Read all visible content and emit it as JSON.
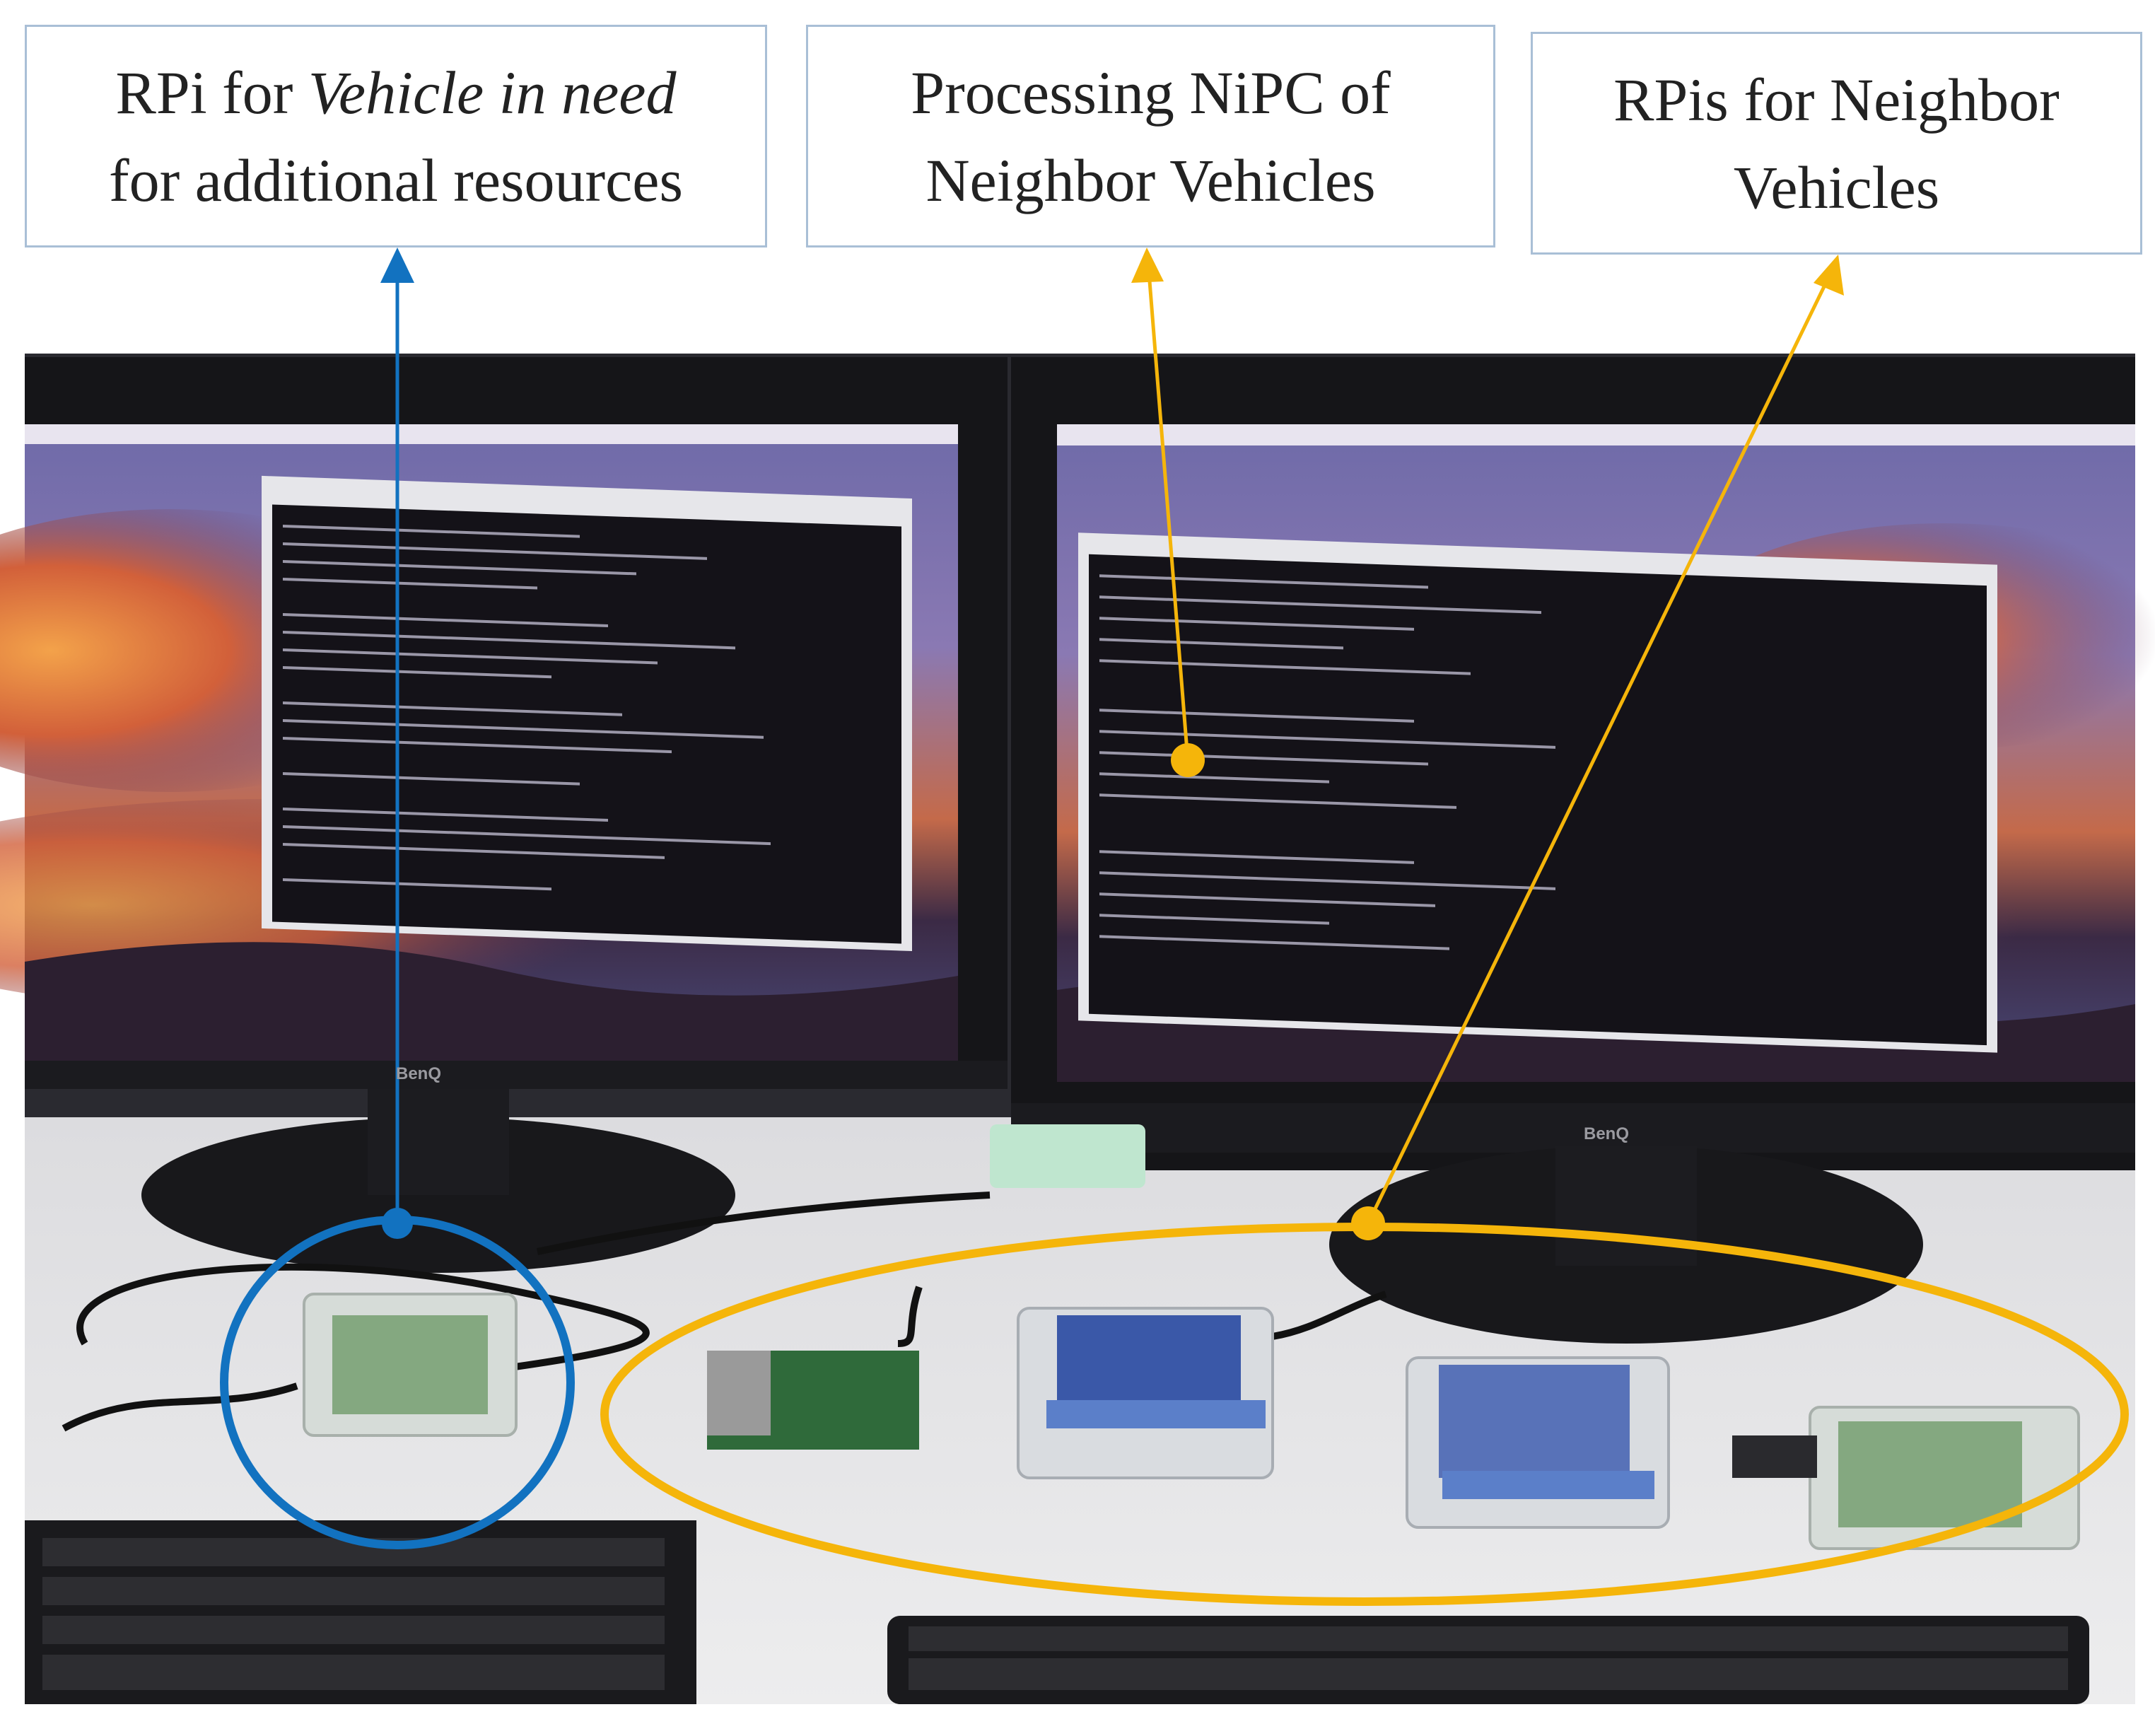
{
  "labels": {
    "rpi_vehicle_in_need": {
      "line1_prefix": "RPi for ",
      "line1_emph": "Vehicle in need",
      "line2": "for additional resources"
    },
    "processing_nipc": {
      "line1": "Processing NiPC of",
      "line2": "Neighbor Vehicles"
    },
    "rpis_neighbor": {
      "line1": "RPis for Neighbor",
      "line2": "Vehicles"
    }
  },
  "colors": {
    "blue_annotation": "#1272c0",
    "yellow_annotation": "#f5b50a",
    "box_border": "#a9bfd6"
  },
  "monitor_brand": [
    "BenQ",
    "BenQ"
  ]
}
